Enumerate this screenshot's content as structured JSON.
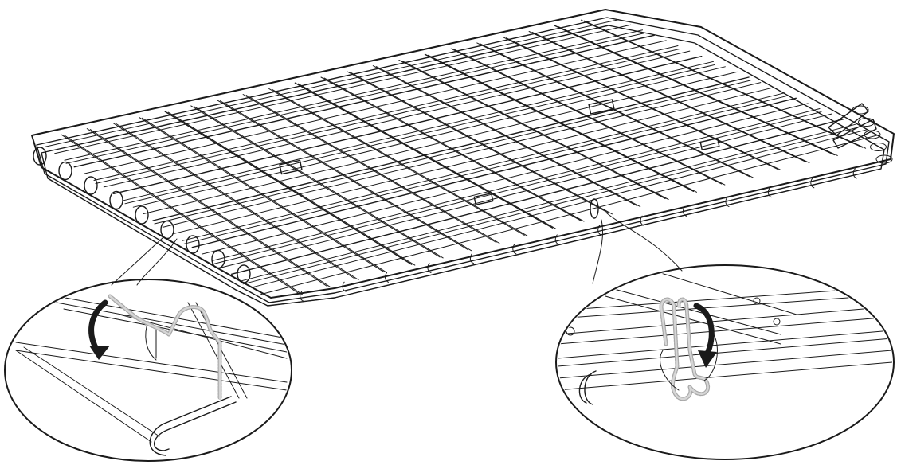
{
  "colors": {
    "background": "#ffffff",
    "wire": "#1a1a1a",
    "clip_highlight": "#a8a8a8",
    "arrow": "#1a1a1a"
  },
  "figure": {
    "main_subject": "folded-wire-crate-panels",
    "details": [
      {
        "name": "left-detail",
        "icon": "rotate-down-arrow-icon"
      },
      {
        "name": "right-detail",
        "icon": "rotate-down-arrow-icon"
      }
    ]
  }
}
